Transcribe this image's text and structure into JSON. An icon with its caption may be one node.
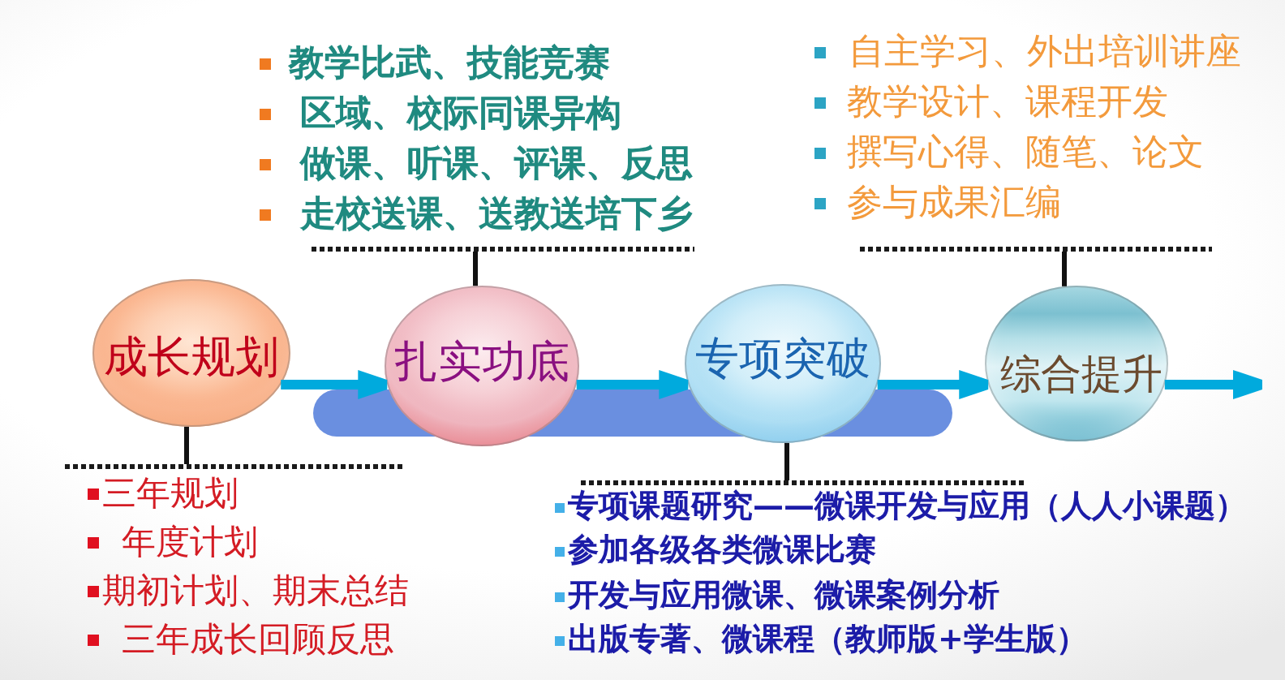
{
  "diagram": {
    "nodes": [
      {
        "text": [
          "教学比武、技能竞赛",
          "区域、校际同课异构",
          "做课、听课、评课、反思",
          "走校送课、送教送培下乡"
        ]
      },
      {
        "text": [
          "自主学习、外出培训讲座",
          "教学设计、课程开发",
          "撰写心得、随笔、论文",
          "参与成果汇编"
        ]
      },
      {
        "text": [
          "成长规划"
        ]
      },
      {
        "text": [
          "扎实功底"
        ]
      },
      {
        "text": [
          "专项突破"
        ]
      },
      {
        "text": [
          "综合提升"
        ]
      },
      {
        "text": [
          "三年规划",
          "年度计划",
          "期初计划、期末总结",
          "三年成长回顾反思"
        ]
      },
      {
        "text": [
          "专项课题研究——微课开发与应用（人人小课题）",
          "参加各级各类微课比赛",
          "开发与应用微课、微课案例分析",
          "出版专著、微课程（教师版+学生版）"
        ]
      },
      {
        "text": [],
        "shape": "bar"
      }
    ],
    "edges": [
      {
        "from": 0,
        "to": 3,
        "arrow": "none"
      },
      {
        "from": 1,
        "to": 5,
        "arrow": "none"
      },
      {
        "from": 2,
        "to": 3,
        "arrow": "to",
        "style": "thick",
        "color": "#00aadd"
      },
      {
        "from": 3,
        "to": 4,
        "arrow": "to",
        "style": "thick",
        "color": "#00aadd"
      },
      {
        "from": 4,
        "to": 5,
        "arrow": "to",
        "style": "thick",
        "color": "#00aadd"
      },
      {
        "from": 5,
        "to": null,
        "arrow": "to",
        "style": "thick",
        "color": "#00aadd"
      },
      {
        "from": 6,
        "to": 2,
        "arrow": "none"
      },
      {
        "from": 7,
        "to": 4,
        "arrow": "none"
      }
    ]
  }
}
